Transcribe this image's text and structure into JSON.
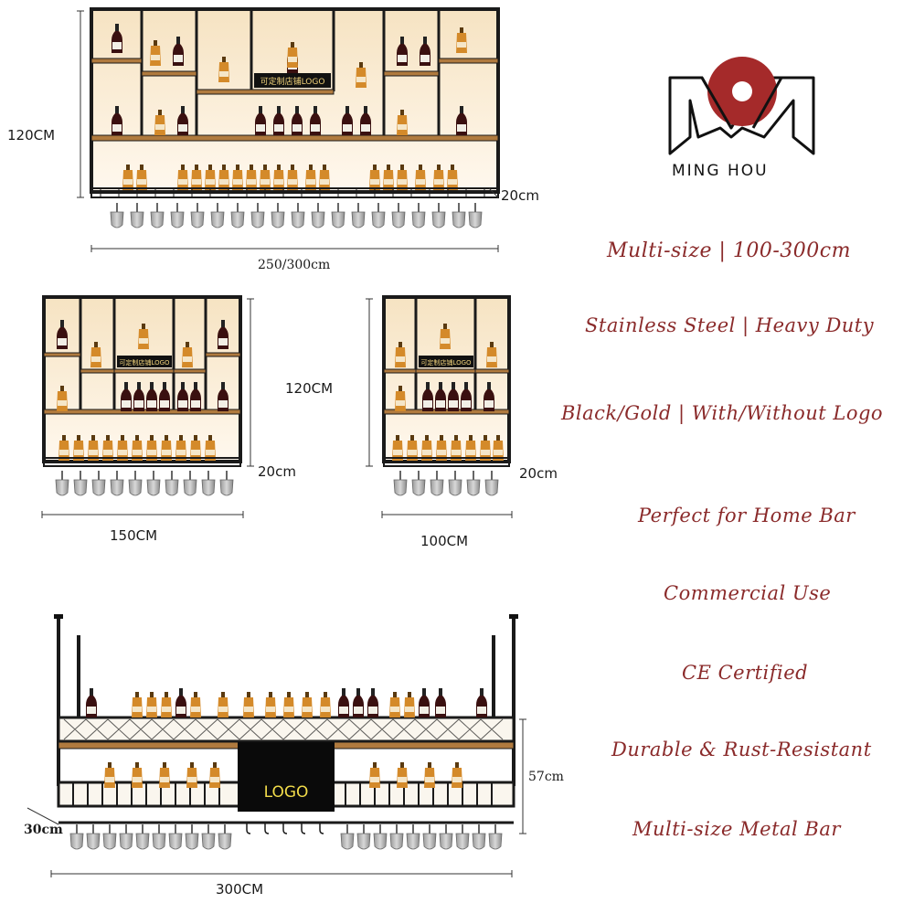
{
  "brand": {
    "name": "MING HOU",
    "colors": {
      "accent": "#8a2a2a",
      "logo_circle": "#a52a2a",
      "frame": "#1a1a1a",
      "wood": "#b07a3e"
    }
  },
  "products": {
    "rack_large": {
      "height": "120CM",
      "depth": "20cm",
      "width": "250/300cm",
      "logo_sign": "可定制店铺LOGO"
    },
    "rack_medium": {
      "height": "120CM",
      "depth": "20cm",
      "width": "150CM",
      "logo_sign": "可定制店铺LOGO"
    },
    "rack_small": {
      "depth": "20cm",
      "width": "100CM",
      "logo_sign": "可定制店铺LOGO"
    },
    "hanging_rack": {
      "height": "57cm",
      "depth": "30cm",
      "width": "300CM",
      "logo_panel": "LOGO"
    }
  },
  "features": [
    "Multi-size | 100-300cm",
    "Stainless Steel | Heavy Duty",
    "Black/Gold | With/Without Logo",
    "Perfect for Home Bar",
    "Commercial Use",
    "CE Certified",
    "Durable & Rust-Resistant",
    "Multi-size Metal Bar"
  ]
}
